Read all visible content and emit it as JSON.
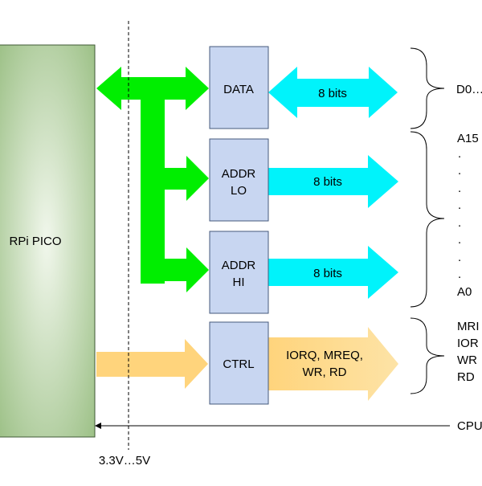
{
  "pico": {
    "label": "RPi PICO"
  },
  "voltage_label": "3.3V…5V",
  "colors": {
    "pico_center": "#f1f7ec",
    "pico_edge": "#97bd80",
    "green_bus": "#00ee00",
    "cyan_arrow": "#00f3fb",
    "orange_arrow": "#ffd47c",
    "orange_arrow_light": "#fde3a6",
    "block_fill": "#c8d6f1",
    "block_stroke": "#465a7c"
  },
  "blocks": {
    "data": {
      "line1": "DATA",
      "line2": ""
    },
    "addr_lo": {
      "line1": "ADDR",
      "line2": "LO"
    },
    "addr_hi": {
      "line1": "ADDR",
      "line2": "HI"
    },
    "ctrl": {
      "line1": "CTRL",
      "line2": ""
    }
  },
  "arrows": {
    "data": {
      "label": "8 bits"
    },
    "addr_lo": {
      "label": "8 bits"
    },
    "addr_hi": {
      "label": "8 bits"
    },
    "ctrl": {
      "line1": "IORQ, MREQ,",
      "line2": "WR, RD"
    }
  },
  "right_labels": {
    "data": "D0…",
    "addr_top": "A15",
    "addr_dots": [
      ".",
      ".",
      ".",
      ".",
      ".",
      ".",
      ".",
      "."
    ],
    "addr_bottom": "A0",
    "ctrl_lines": [
      "MRI",
      "IOR",
      "WR",
      "RD"
    ],
    "cpu": "CPU"
  }
}
